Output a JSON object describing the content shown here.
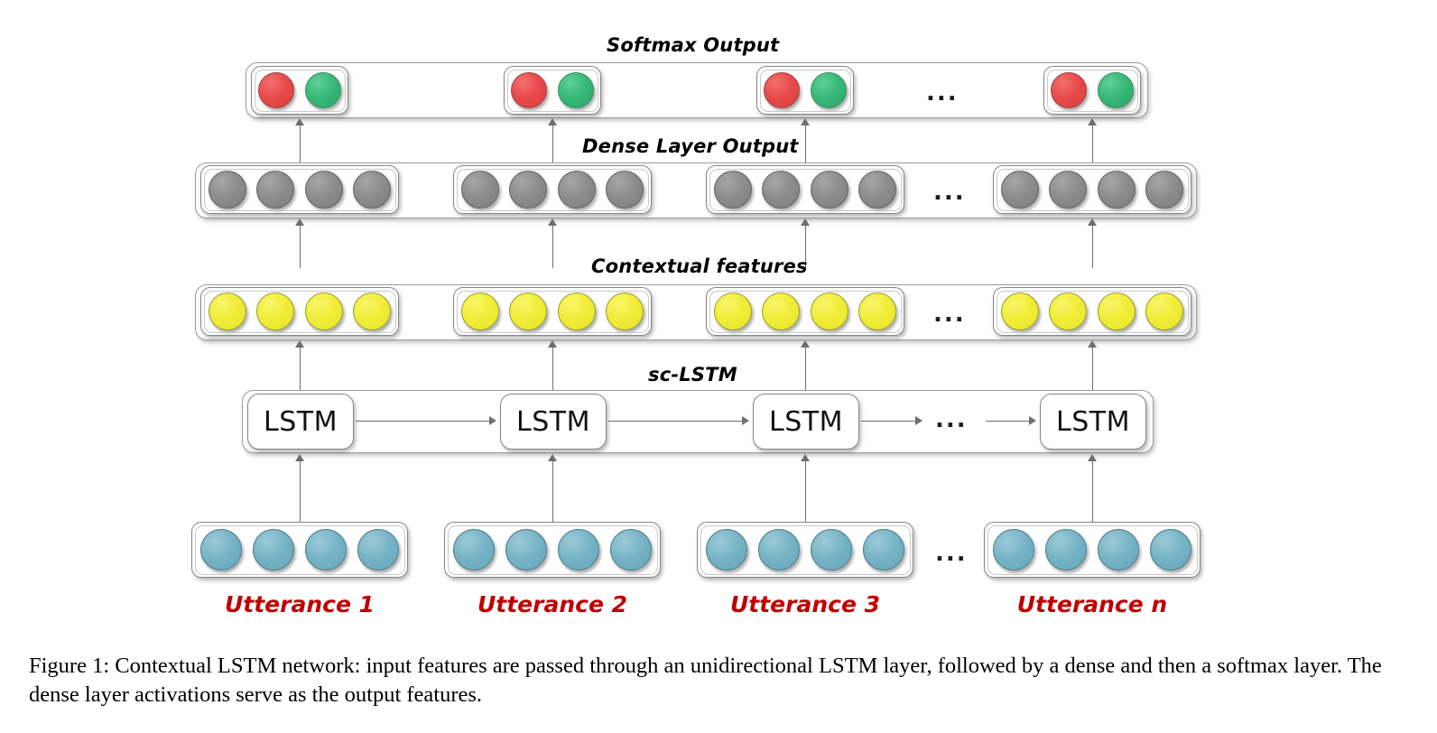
{
  "figure": {
    "layer_titles": {
      "softmax": "Softmax Output",
      "dense": "Dense Layer Output",
      "contextual": "Contextual features",
      "lstm": "sc-LSTM"
    },
    "lstm_cells": [
      {
        "label": "LSTM"
      },
      {
        "label": "LSTM"
      },
      {
        "label": "LSTM"
      },
      {
        "label": "LSTM"
      }
    ],
    "utterance_labels": [
      "Utterance 1",
      "Utterance 2",
      "Utterance 3",
      "Utterance n"
    ],
    "ellipsis": "...",
    "ellipsis_rows": {
      "softmax": "...",
      "dense": "...",
      "contextual": "...",
      "lstm": "...",
      "input": "..."
    },
    "node_counts": {
      "softmax_per_group": 2,
      "dense_per_group": 4,
      "contextual_per_group": 4,
      "input_per_group": 4
    },
    "colors": {
      "softmax_node_a": "#e8494a",
      "softmax_node_b": "#36b877",
      "dense_node": "#8c8c8c",
      "contextual_node": "#f0ed37",
      "input_node": "#74b2c4",
      "utterance_label": "#c00000",
      "connector": "#6e6e6e",
      "box_border": "#868686",
      "background": "#ffffff"
    }
  },
  "caption": {
    "text": "Figure 1: Contextual LSTM network: input features are passed through an unidirectional LSTM layer, followed by a dense and then a softmax layer. The dense layer activations serve as the output features."
  }
}
